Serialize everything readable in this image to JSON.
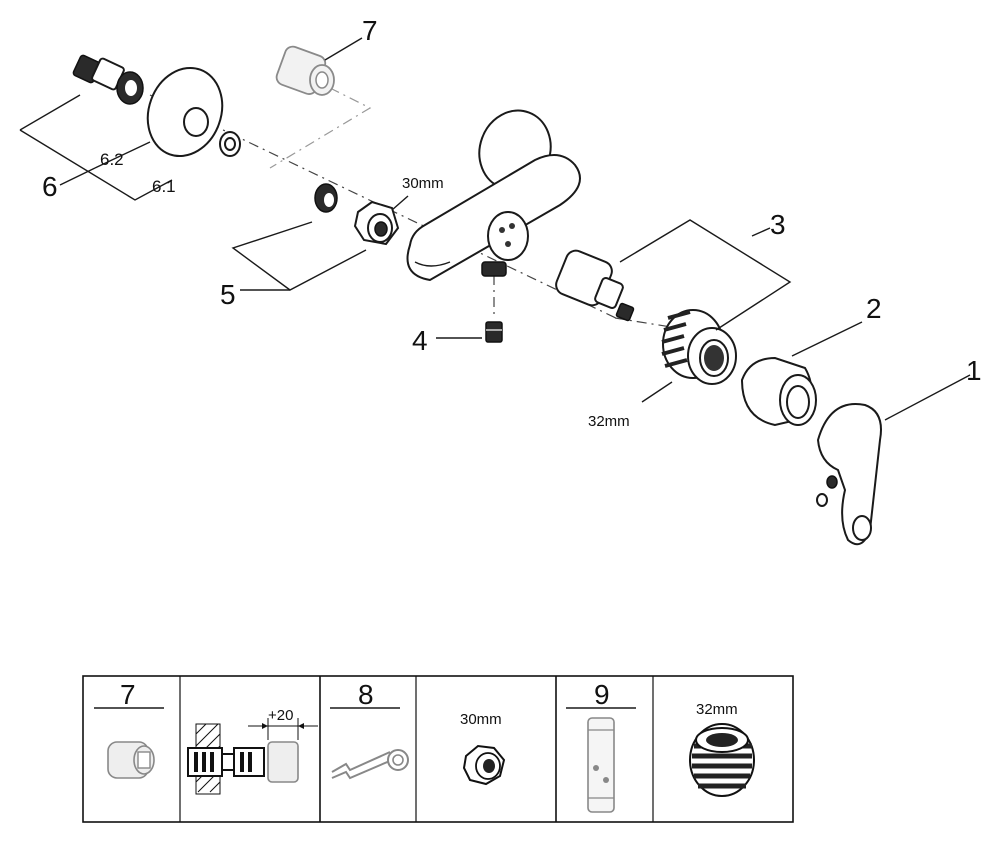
{
  "callouts": {
    "c1": "1",
    "c2": "2",
    "c3": "3",
    "c4": "4",
    "c5": "5",
    "c6": "6",
    "c6_1": "6.1",
    "c6_2": "6.2",
    "c7": "7"
  },
  "dimensions": {
    "nut": "30mm",
    "ring": "32mm"
  },
  "accessory_table": {
    "cells": [
      {
        "number": "7",
        "label": ""
      },
      {
        "number": "",
        "label": "+20"
      },
      {
        "number": "8",
        "label": ""
      },
      {
        "number": "",
        "label": "30mm"
      },
      {
        "number": "9",
        "label": ""
      },
      {
        "number": "",
        "label": "32mm"
      }
    ]
  }
}
